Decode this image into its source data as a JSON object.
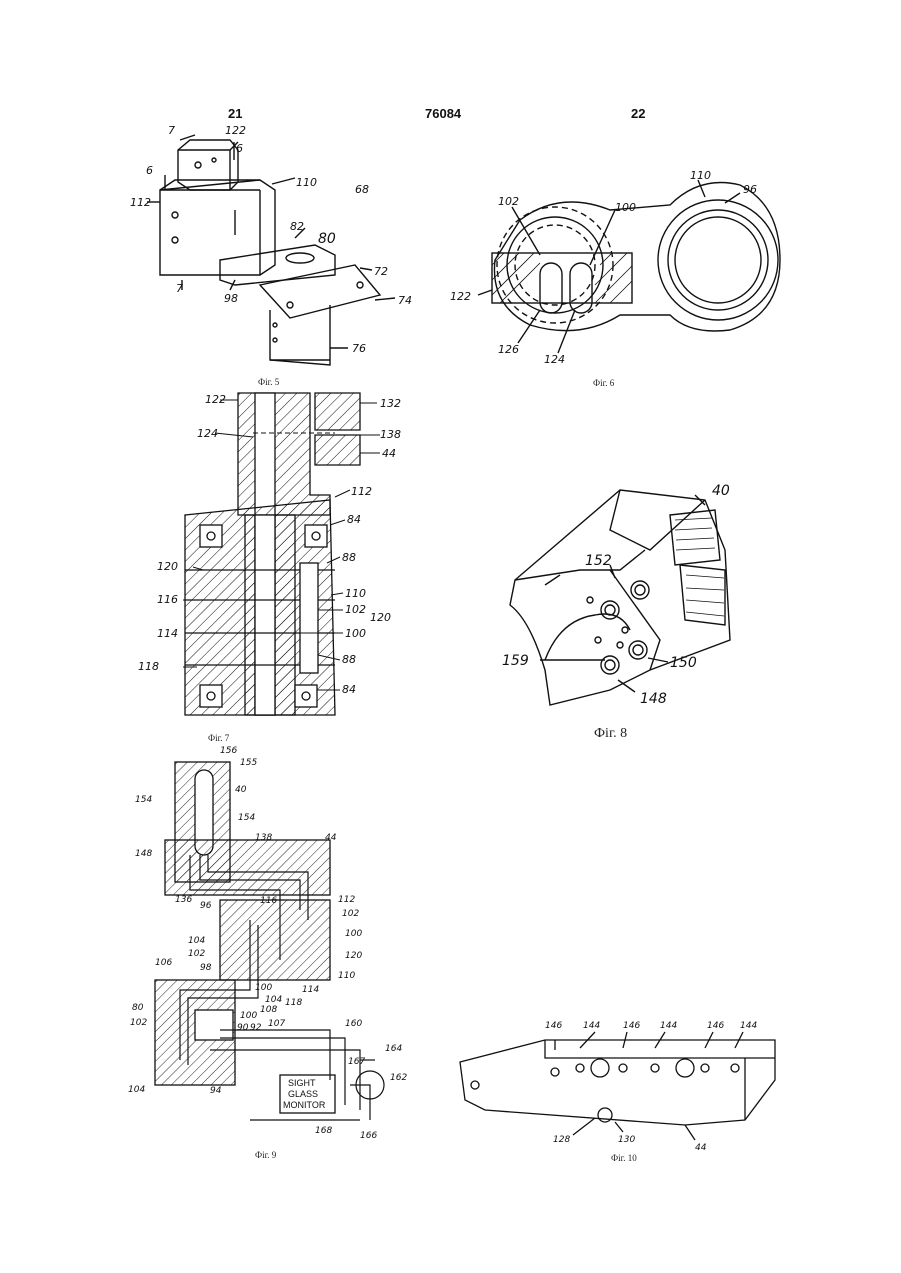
{
  "header": {
    "left": "21",
    "center": "76084",
    "right": "22"
  },
  "captions": {
    "fig5": "Фіг. 5",
    "fig6": "Фіг. 6",
    "fig7": "Фіг. 7",
    "fig8": "Фіг. 8",
    "fig9": "Фіг. 9",
    "fig10": "Фіг. 10"
  },
  "fig5_labels": [
    "7",
    "122",
    "6",
    "6",
    "112",
    "110",
    "68",
    "82",
    "80",
    "72",
    "7",
    "98",
    "74",
    "76"
  ],
  "fig6_labels": [
    "110",
    "96",
    "102",
    "100",
    "122",
    "126",
    "124"
  ],
  "fig7_labels": [
    "122",
    "132",
    "124",
    "138",
    "44",
    "112",
    "84",
    "88",
    "120",
    "110",
    "116",
    "102",
    "120",
    "114",
    "100",
    "118",
    "88",
    "84"
  ],
  "fig8_labels": [
    "40",
    "152",
    "159",
    "150",
    "148"
  ],
  "fig9_labels": [
    "156",
    "155",
    "154",
    "40",
    "154",
    "138",
    "148",
    "44",
    "136",
    "96",
    "116",
    "112",
    "102",
    "100",
    "104",
    "102",
    "120",
    "106",
    "98",
    "110",
    "114",
    "118",
    "80",
    "102",
    "100",
    "104",
    "108",
    "100",
    "90",
    "92",
    "107",
    "160",
    "167",
    "164",
    "162",
    "104",
    "94",
    "168",
    "166"
  ],
  "fig9_box": [
    "SIGHT",
    "GLASS",
    "MONITOR"
  ],
  "fig10_labels": [
    "146",
    "144",
    "146",
    "144",
    "146",
    "144",
    "128",
    "130",
    "44"
  ]
}
